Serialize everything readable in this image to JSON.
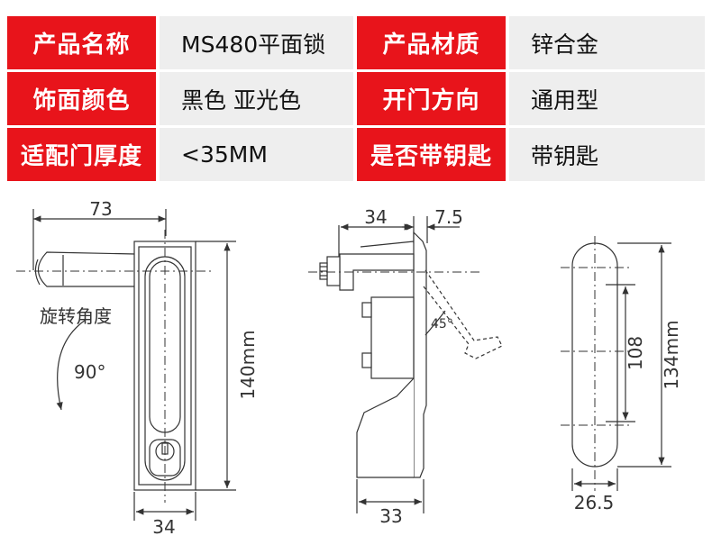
{
  "specs": [
    {
      "label": "产品名称",
      "value": "MS480平面锁",
      "label2": "产品材质",
      "value2": "锌合金"
    },
    {
      "label": "饰面颜色",
      "value": "黑色 亚光色",
      "label2": "开门方向",
      "value2": "通用型"
    },
    {
      "label": "适配门厚度",
      "value": "<35MM",
      "label2": "是否带钥匙",
      "value2": "带钥匙"
    }
  ],
  "drawing": {
    "front": {
      "width_top": "73",
      "rotate_label": "旋转角度",
      "rotate_angle": "90°",
      "height": "140mm",
      "width_bottom": "34"
    },
    "side": {
      "depth": "34",
      "offset": "7.5",
      "angle": "45°",
      "base": "33"
    },
    "back": {
      "inner": "108",
      "height": "134mm",
      "width": "26.5"
    }
  },
  "colors": {
    "label_bg": "#e8141b",
    "value_bg": "#eeeeee",
    "line": "#333333"
  }
}
